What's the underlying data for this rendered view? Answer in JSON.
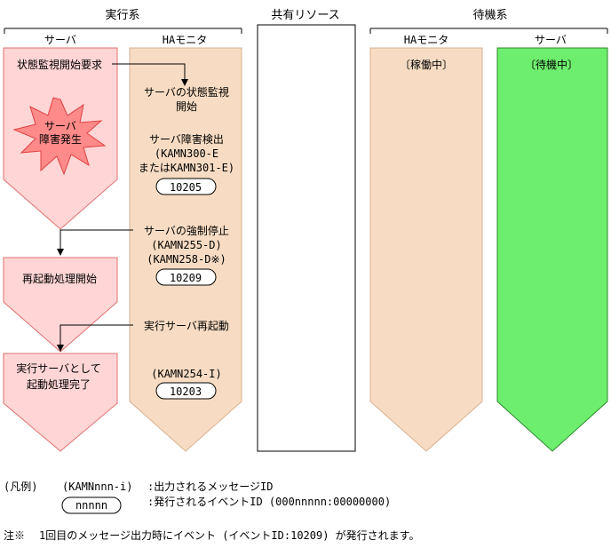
{
  "groups": {
    "active": "実行系",
    "shared": "共有リソース",
    "standby": "待機系"
  },
  "columns": {
    "active_server": "サーバ",
    "active_ha": "HAモニタ",
    "standby_ha": "HAモニタ",
    "standby_server": "サーバ"
  },
  "active_server": {
    "request": "状態監視開始要求",
    "failure": [
      "サーバ",
      "障害発生"
    ],
    "restart": "再起動処理開始",
    "complete": [
      "実行サーバとして",
      "起動処理完了"
    ]
  },
  "active_ha": {
    "start_monitor": [
      "サーバの状態監視",
      "開始"
    ],
    "detect": [
      "サーバ障害検出",
      "(KAMN300-E",
      "またはKAMN301-E)"
    ],
    "event_detect": "10205",
    "force_stop": [
      "サーバの強制停止",
      "(KAMN255-D)",
      "(KAMN258-D※)"
    ],
    "event_stop": "10209",
    "restart": "実行サーバ再起動",
    "complete_msg": "(KAMN254-I)",
    "event_complete": "10203"
  },
  "standby_ha": {
    "status": "〔稼働中〕"
  },
  "standby_server": {
    "status": "〔待機中〕"
  },
  "colors": {
    "active_server_fill": "#ffd5d5",
    "active_server_stroke": "#e07070",
    "ha_fill": "#f7dcc3",
    "ha_stroke": "#d8b090",
    "standby_server_fill": "#6eee6e",
    "standby_server_stroke": "#2a8a2a",
    "burst_fill": "#ff8a8a",
    "burst_stroke": "#e04040"
  },
  "legend": {
    "title": "(凡例)",
    "message_sample": "(KAMNnnn-i)",
    "message_desc": ":出力されるメッセージID",
    "event_sample": "nnnnn",
    "event_desc": ":発行されるイベントID (000nnnnn:00000000)"
  },
  "note": {
    "mark": "注※",
    "text": "1回目のメッセージ出力時にイベント (イベントID:10209) が発行されます。"
  }
}
